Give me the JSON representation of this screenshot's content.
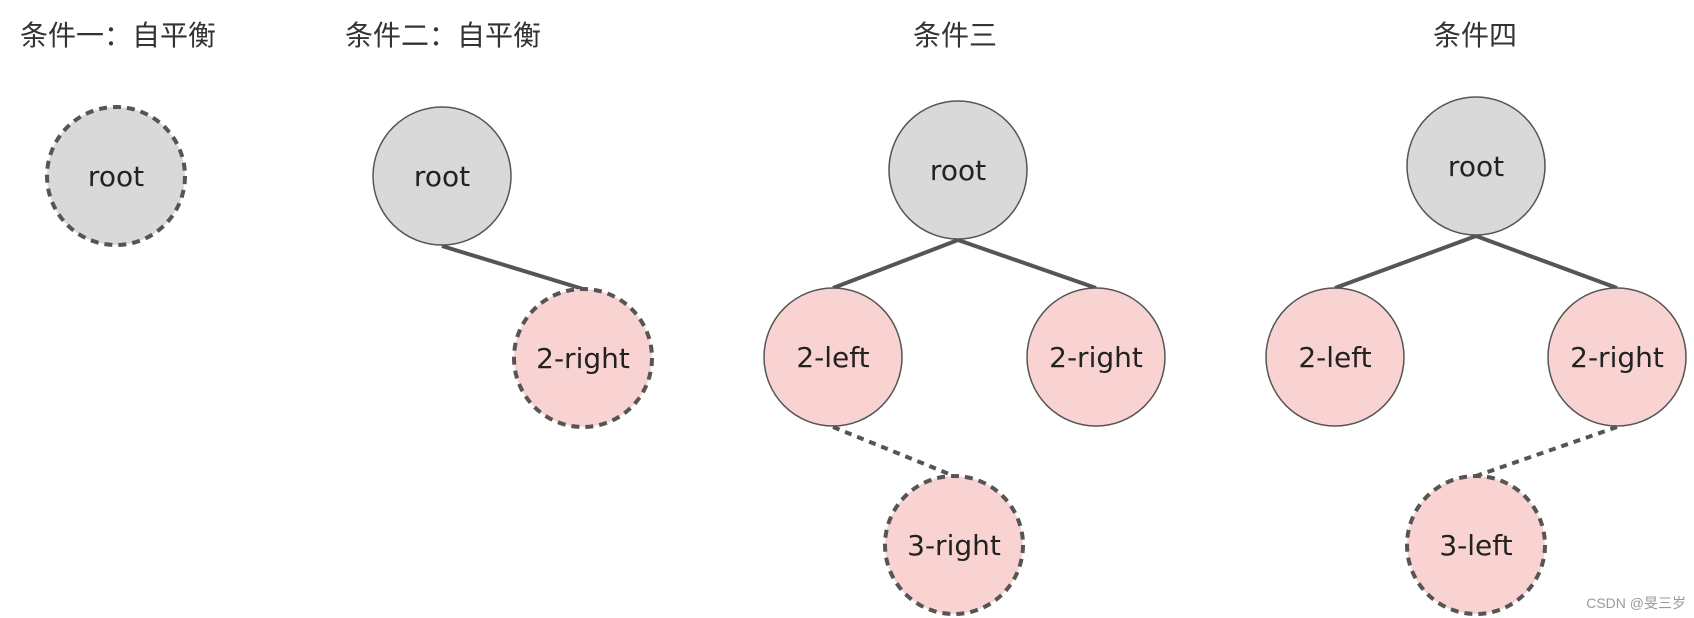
{
  "colors": {
    "root_fill": "#d9d9d9",
    "child_fill": "#f9d3d2",
    "stroke": "#555555"
  },
  "panels": [
    {
      "title": "条件一：自平衡",
      "nodes": [
        {
          "label": "root",
          "kind": "root",
          "outline": "dashed"
        }
      ]
    },
    {
      "title": "条件二：自平衡",
      "nodes": [
        {
          "label": "root",
          "kind": "root",
          "outline": "solid"
        },
        {
          "label": "2-right",
          "kind": "child",
          "outline": "dashed"
        }
      ]
    },
    {
      "title": "条件三",
      "nodes": [
        {
          "label": "root",
          "kind": "root",
          "outline": "solid"
        },
        {
          "label": "2-left",
          "kind": "child",
          "outline": "solid"
        },
        {
          "label": "2-right",
          "kind": "child",
          "outline": "solid"
        },
        {
          "label": "3-right",
          "kind": "child",
          "outline": "dashed"
        }
      ]
    },
    {
      "title": "条件四",
      "nodes": [
        {
          "label": "root",
          "kind": "root",
          "outline": "solid"
        },
        {
          "label": "2-left",
          "kind": "child",
          "outline": "solid"
        },
        {
          "label": "2-right",
          "kind": "child",
          "outline": "solid"
        },
        {
          "label": "3-left",
          "kind": "child",
          "outline": "dashed"
        }
      ]
    }
  ],
  "watermark": "CSDN @旻三岁"
}
